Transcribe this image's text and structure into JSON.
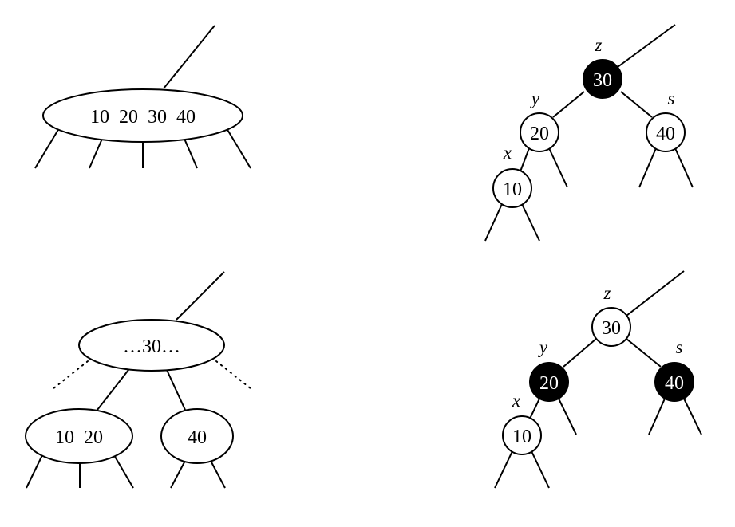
{
  "btree_top": {
    "keys": "10  20  30  40"
  },
  "btree_bottom": {
    "parent_keys": "…30…",
    "left_child_keys": "10  20",
    "right_child_keys": "40"
  },
  "rb_before": {
    "nodes": [
      {
        "key": "30",
        "label": "z",
        "color": "black"
      },
      {
        "key": "20",
        "label": "y",
        "color": "white"
      },
      {
        "key": "40",
        "label": "s",
        "color": "white"
      },
      {
        "key": "10",
        "label": "x",
        "color": "white"
      }
    ]
  },
  "rb_after": {
    "nodes": [
      {
        "key": "30",
        "label": "z",
        "color": "white"
      },
      {
        "key": "20",
        "label": "y",
        "color": "black"
      },
      {
        "key": "40",
        "label": "s",
        "color": "black"
      },
      {
        "key": "10",
        "label": "x",
        "color": "white"
      }
    ]
  },
  "colors": {
    "black": "#000000",
    "white": "#ffffff"
  }
}
